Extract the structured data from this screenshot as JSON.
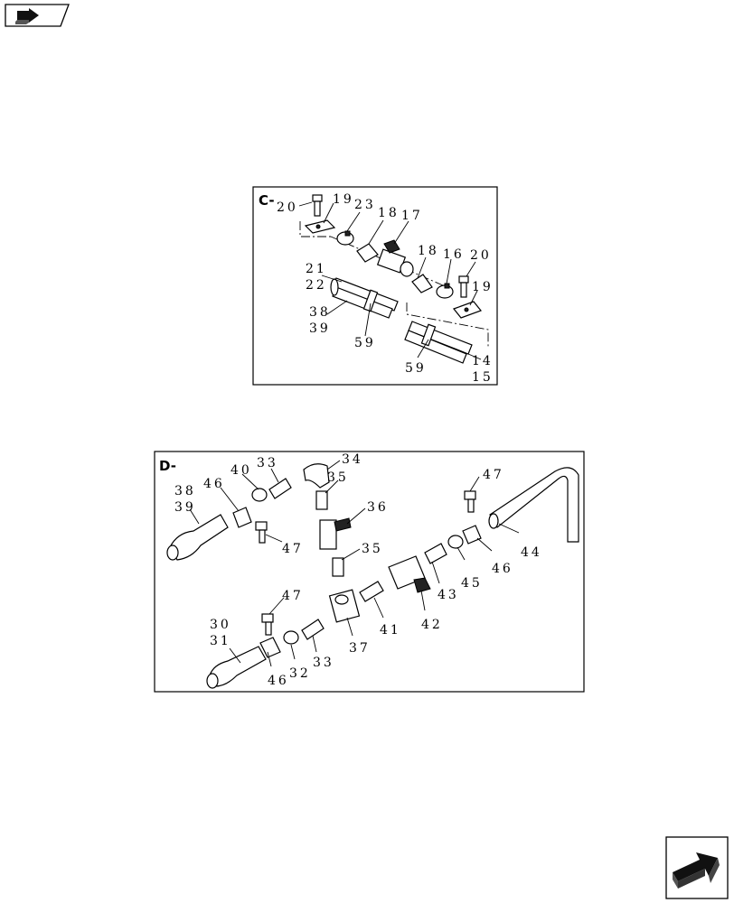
{
  "nav": {
    "prev_icon": "back-arrow-icon",
    "next_icon": "next-arrow-icon"
  },
  "view_c": {
    "title": "C-",
    "labels": {
      "l20a": "20",
      "l19a": "19",
      "l23": "23",
      "l18a": "18",
      "l17": "17",
      "l18b": "18",
      "l16": "16",
      "l20b": "20",
      "l19b": "19",
      "l21": "21",
      "l22": "22",
      "l38": "38",
      "l39": "39",
      "l59a": "59",
      "l59b": "59",
      "l14": "14",
      "l15": "15"
    }
  },
  "view_d": {
    "title": "D-",
    "labels": {
      "l34": "34",
      "l33a": "33",
      "l40": "40",
      "l46a": "46",
      "l38": "38",
      "l39": "39",
      "l35a": "35",
      "l36": "36",
      "l47a": "47",
      "l35b": "35",
      "l47b": "47",
      "l44": "44",
      "l46b": "46",
      "l45": "45",
      "l43": "43",
      "l42": "42",
      "l41": "41",
      "l37": "37",
      "l47c": "47",
      "l30": "30",
      "l31": "31",
      "l46c": "46",
      "l32": "32",
      "l33b": "33"
    }
  }
}
